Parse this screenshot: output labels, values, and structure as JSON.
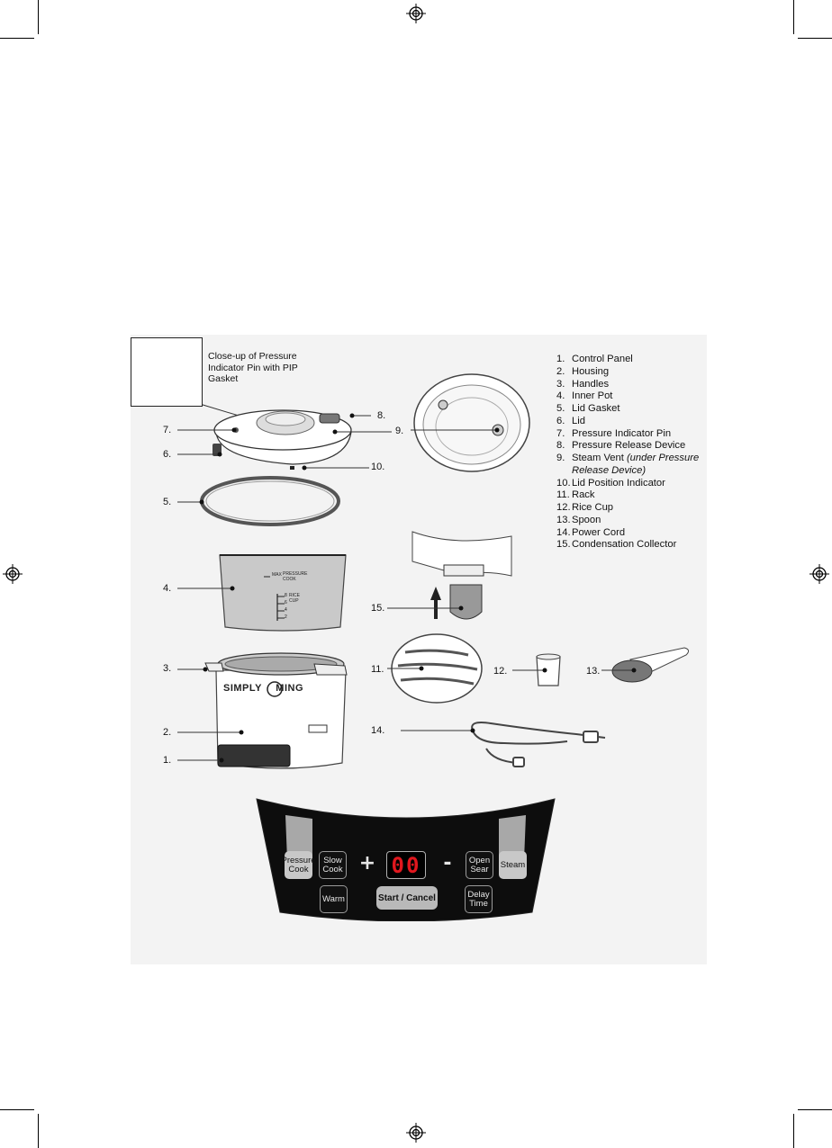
{
  "closeup": {
    "caption": "Close-up of Pressure Indicator Pin with PIP Gasket"
  },
  "brand": "SIMPLY MING",
  "inner_pot_marks": {
    "max": "MAX",
    "pressure_cook": "PRESSURE COOK",
    "rice_cup": "RICE CUP",
    "scale": [
      "8",
      "6",
      "4",
      "2"
    ]
  },
  "callouts": [
    "1.",
    "2.",
    "3.",
    "4.",
    "5.",
    "6.",
    "7.",
    "8.",
    "9.",
    "10.",
    "11.",
    "12.",
    "13.",
    "14.",
    "15."
  ],
  "legend": [
    {
      "num": "1.",
      "text": "Control Panel"
    },
    {
      "num": "2.",
      "text": "Housing"
    },
    {
      "num": "3.",
      "text": "Handles"
    },
    {
      "num": "4.",
      "text": "Inner Pot"
    },
    {
      "num": "5.",
      "text": "Lid Gasket"
    },
    {
      "num": "6.",
      "text": "Lid"
    },
    {
      "num": "7.",
      "text": "Pressure Indicator Pin"
    },
    {
      "num": "8.",
      "text": "Pressure Release Device"
    },
    {
      "num": "9.",
      "text": "Steam Vent",
      "note": "(under Pressure",
      "note2": "Release Device)"
    },
    {
      "num": "10.",
      "text": "Lid Position Indicator"
    },
    {
      "num": "11.",
      "text": "Rack"
    },
    {
      "num": "12.",
      "text": "Rice Cup"
    },
    {
      "num": "13.",
      "text": "Spoon"
    },
    {
      "num": "14.",
      "text": "Power Cord"
    },
    {
      "num": "15.",
      "text": "Condensation Collector"
    }
  ],
  "control_panel": {
    "pressure_cook": "Pressure Cook",
    "slow_cook": "Slow Cook",
    "plus": "+",
    "display": "00",
    "minus": "-",
    "open_sear": "Open Sear",
    "steam": "Steam",
    "warm": "Warm",
    "start_cancel": "Start / Cancel",
    "delay_time": "Delay Time",
    "display_color": "#e1171e"
  }
}
